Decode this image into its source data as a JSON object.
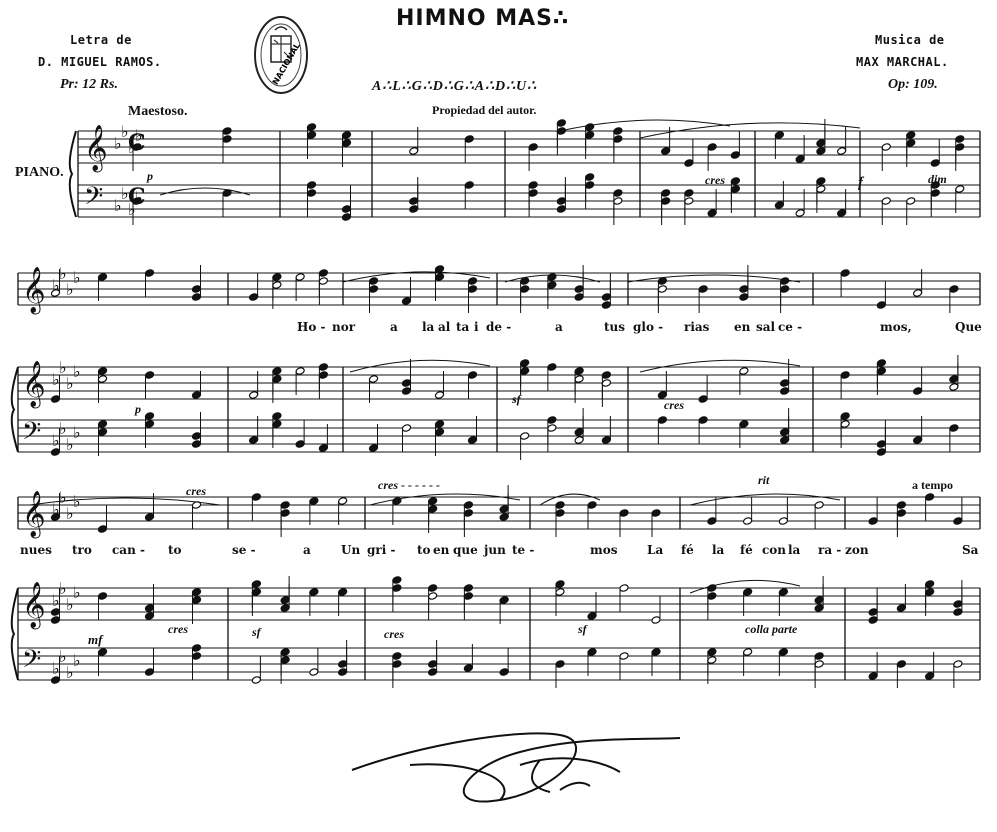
{
  "header": {
    "title": "HIMNO MAS∴",
    "lyricist_label": "Letra de",
    "lyricist_name": "D. MIGUEL RAMOS.",
    "price": "Pr: 12 Rs.",
    "composer_label": "Musica de",
    "composer_name": "MAX MARCHAL.",
    "opus": "Op: 109.",
    "dedication": "A∴L∴G∴D∴G∴A∴D∴U∴",
    "property": "Propiedad del autor."
  },
  "stamp": {
    "text": "NACIONAL"
  },
  "score": {
    "tempo": "Maestoso.",
    "instrument": "PIANO.",
    "time_signature": "C",
    "key_signature": "4 flats",
    "system1": {
      "markings": [
        "p",
        "cres",
        "f",
        "dim"
      ]
    },
    "system2": {
      "lyrics": [
        "Ho -",
        "nor",
        "a",
        "la",
        "al",
        "ta",
        "i",
        "de -",
        "a",
        "tus",
        "glo -",
        "rias",
        "en",
        "sal",
        "ce -",
        "mos,",
        "Que"
      ],
      "markings": [
        "p",
        "sf",
        "cres"
      ]
    },
    "system3": {
      "lyrics": [
        "nues",
        "tro",
        "can -",
        "to",
        "se -",
        "a",
        "Un",
        "gri -",
        "to",
        "en",
        "que",
        "jun",
        "te -",
        "mos",
        "La",
        "fé",
        "la",
        "fé",
        "con",
        "la",
        "ra -",
        "zon",
        "Sa"
      ],
      "markings": [
        "cres",
        "cres - - - - - -",
        "rit",
        "a tempo",
        "mf",
        "cres",
        "sf",
        "cres",
        "sf",
        "colla parte"
      ]
    }
  }
}
